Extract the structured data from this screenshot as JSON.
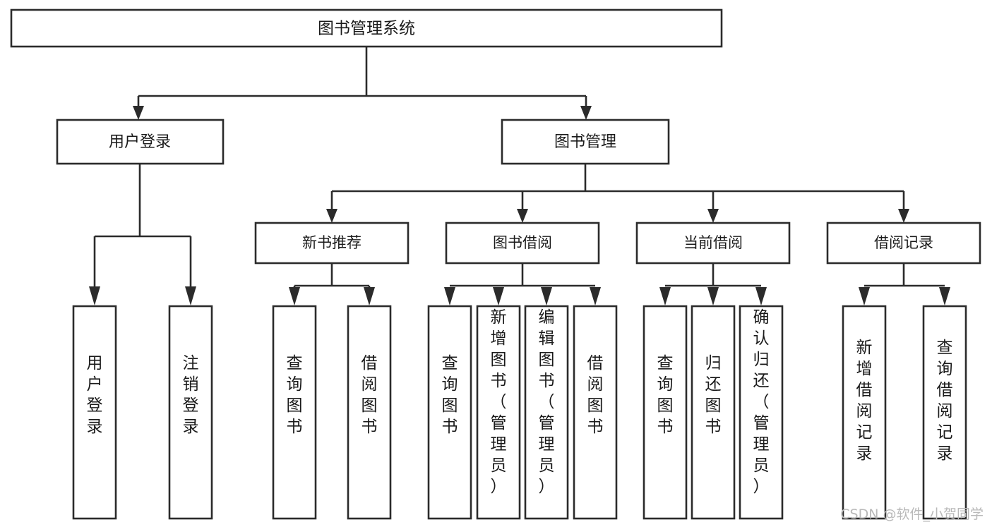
{
  "diagram": {
    "title": "图书管理系统",
    "type": "tree-hierarchy-chart",
    "watermark": "CSDN @软件_小贺同学",
    "colors": {
      "stroke": "#2b2b2b",
      "fill": "#ffffff",
      "text": "#1a1a1a",
      "watermark": "#b9b9b9"
    },
    "root": {
      "label": "图书管理系统"
    },
    "level2": [
      {
        "label": "用户登录"
      },
      {
        "label": "图书管理"
      }
    ],
    "level3": [
      {
        "label": "新书推荐"
      },
      {
        "label": "图书借阅"
      },
      {
        "label": "当前借阅"
      },
      {
        "label": "借阅记录"
      }
    ],
    "leaves": {
      "user_login": [
        {
          "label": "用户登录"
        },
        {
          "label": "注销登录"
        }
      ],
      "new_book_recommend": [
        {
          "label": "查询图书"
        },
        {
          "label": "借阅图书"
        }
      ],
      "book_borrow": [
        {
          "label": "查询图书"
        },
        {
          "label": "新增图书（管理员）"
        },
        {
          "label": "编辑图书（管理员）"
        },
        {
          "label": "借阅图书"
        }
      ],
      "current_borrow": [
        {
          "label": "查询图书"
        },
        {
          "label": "归还图书"
        },
        {
          "label": "确认归还（管理员）"
        }
      ],
      "borrow_record": [
        {
          "label": "新增借阅记录"
        },
        {
          "label": "查询借阅记录"
        }
      ]
    }
  }
}
